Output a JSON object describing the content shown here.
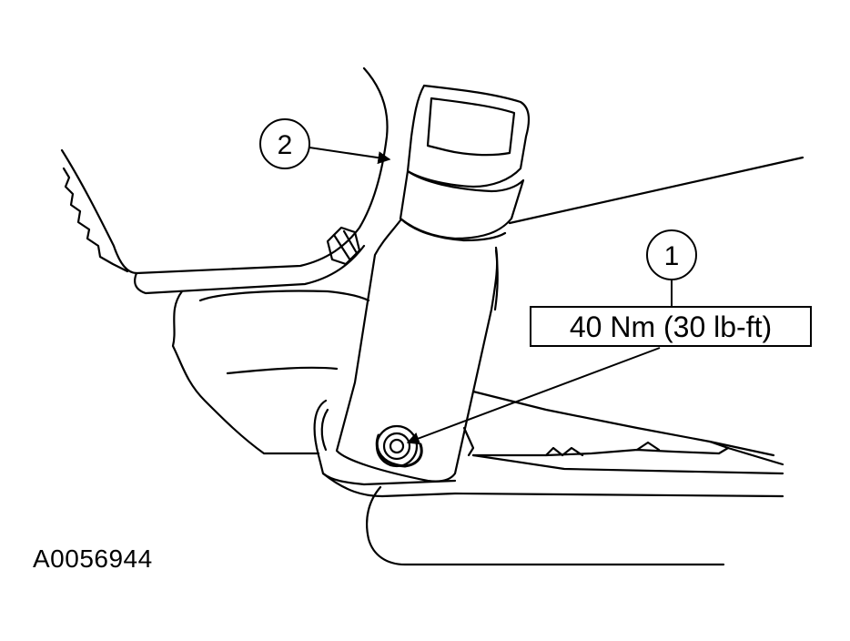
{
  "callouts": {
    "item_1": "1",
    "item_2": "2"
  },
  "torque_spec": "40 Nm (30 lb-ft)",
  "figure_id": "A0056944",
  "colors": {
    "line": "#000000",
    "background": "#ffffff"
  }
}
